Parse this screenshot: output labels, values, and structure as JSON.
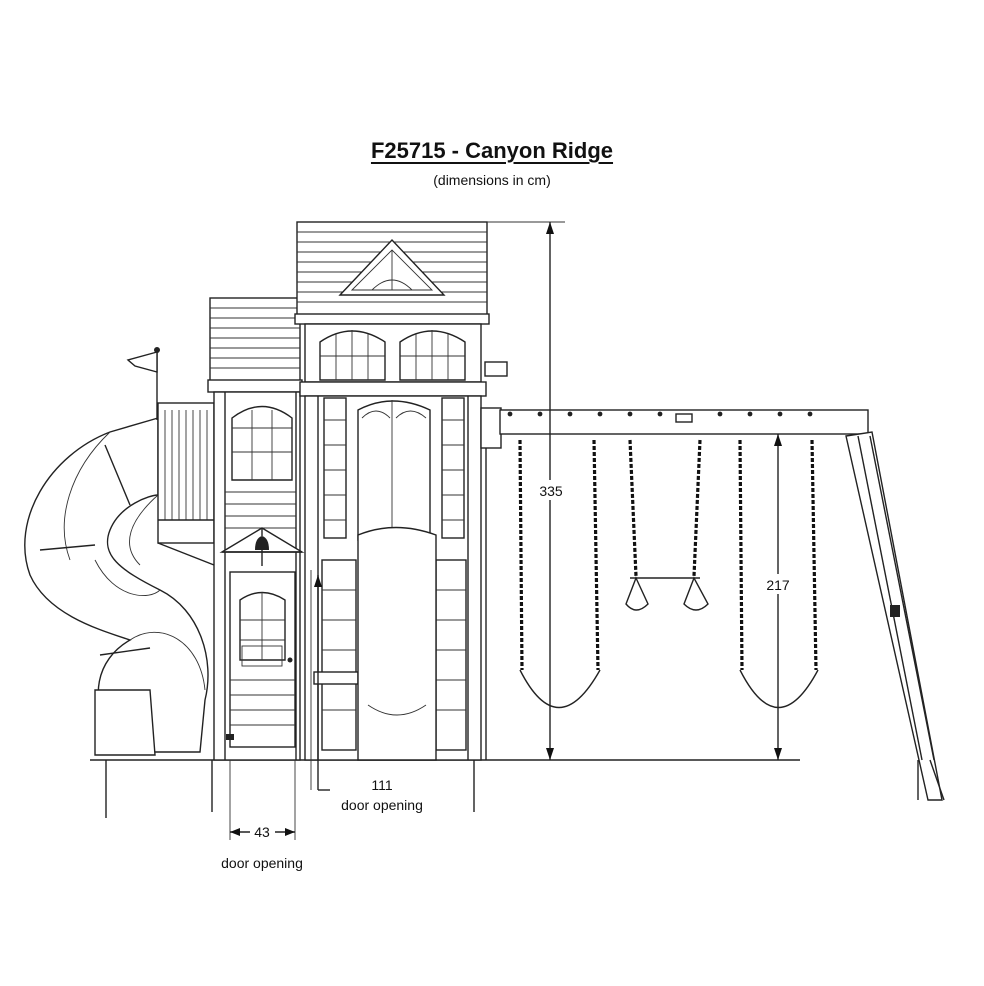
{
  "title": "F25715 - Canyon Ridge",
  "subtitle": "(dimensions in cm)",
  "dimensions": [
    {
      "key": "total_height",
      "value": "335"
    },
    {
      "key": "swing_beam_height",
      "value": "217"
    },
    {
      "key": "main_door_width",
      "value": "111",
      "label": "door opening"
    },
    {
      "key": "small_door_width",
      "value": "43",
      "label": "door opening"
    }
  ],
  "colors": {
    "line": "#222222",
    "background": "#ffffff",
    "panel": "#e6e6e6"
  },
  "icons": [
    "flag-icon",
    "bell-icon"
  ]
}
